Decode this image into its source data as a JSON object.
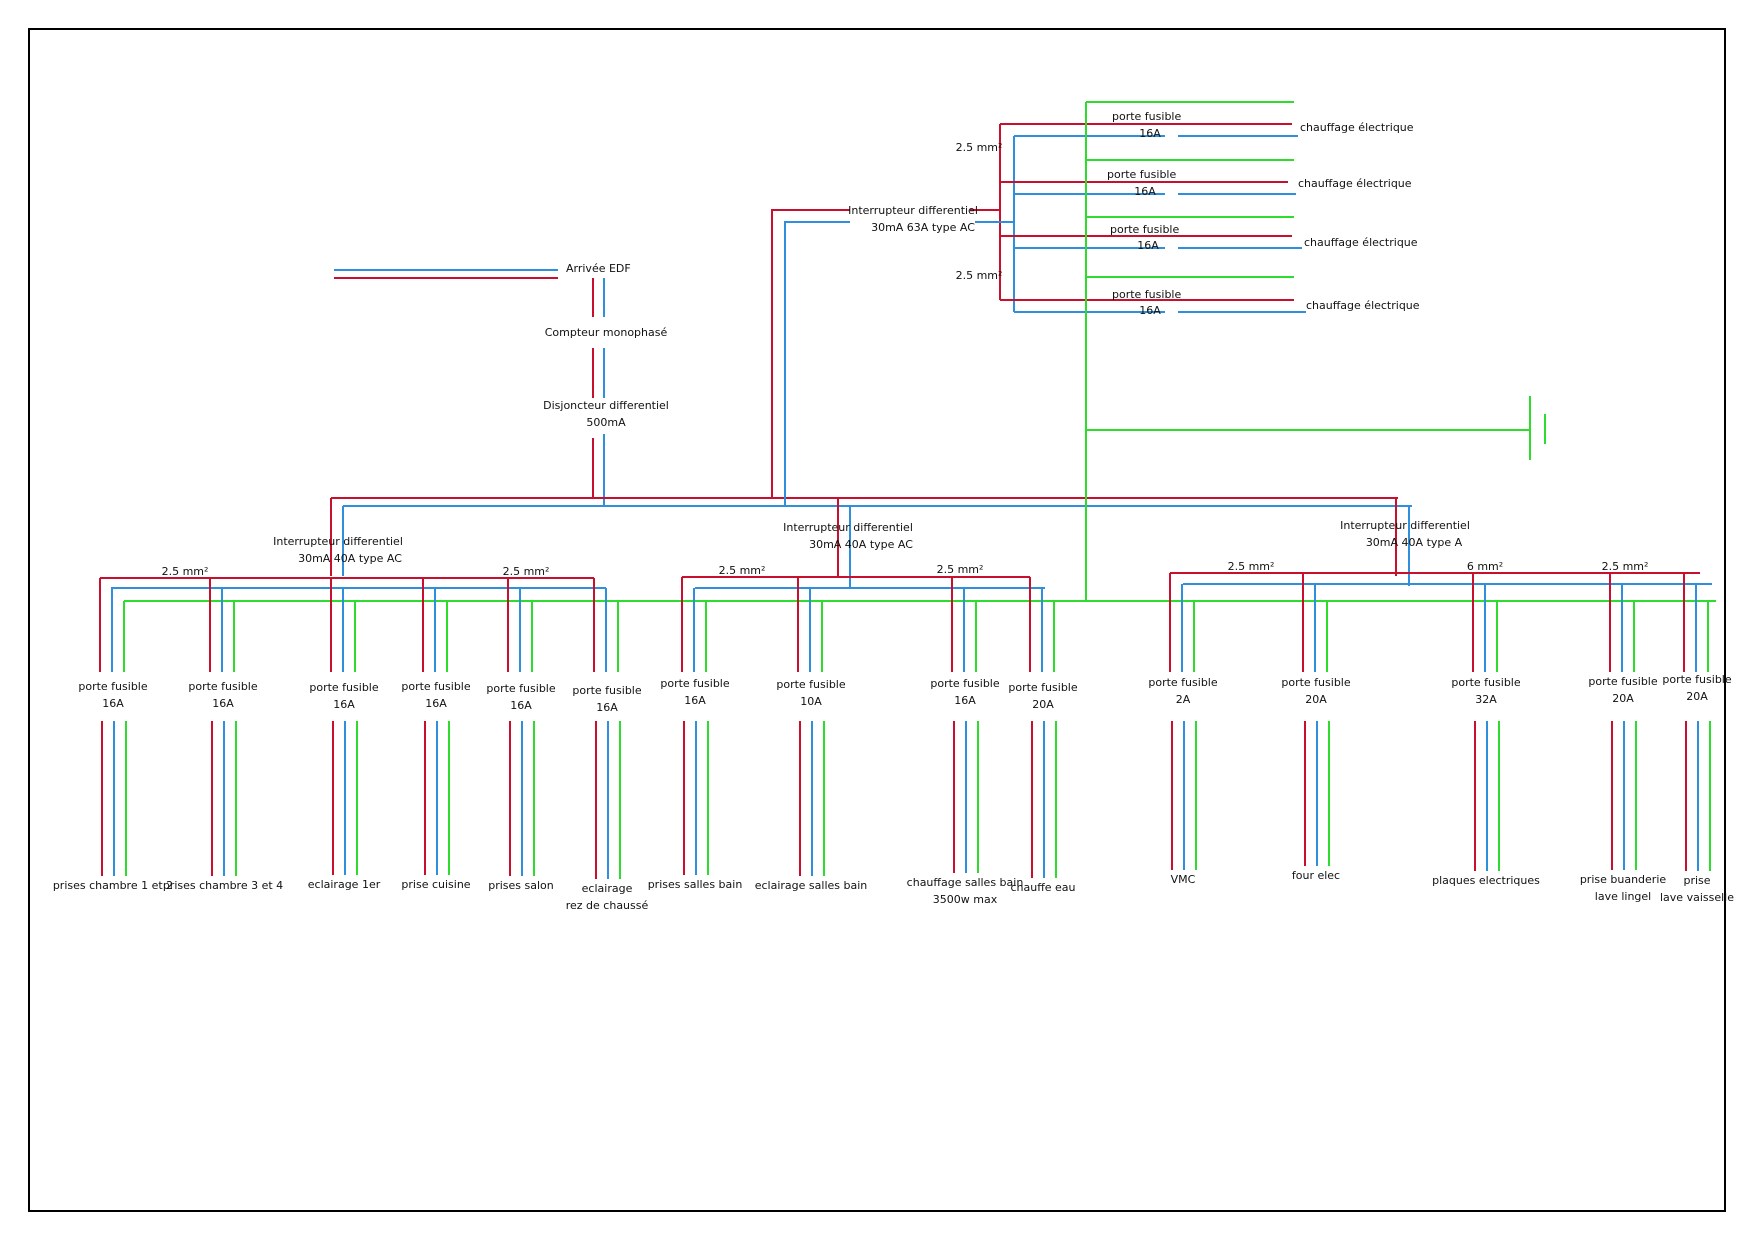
{
  "colors": {
    "phase": "#c8102e",
    "neutral": "#2f8fdc",
    "earth": "#2ddc2d",
    "frame": "#000000"
  },
  "supply": {
    "arrivee": "Arrivée EDF",
    "compteur": "Compteur monophasé",
    "disjoncteur_l1": "Disjoncteur differentiel",
    "disjoncteur_l2": "500mA"
  },
  "id63": {
    "l1": "Interrupteur differentiel",
    "l2": "30mA 63A type AC"
  },
  "heating": {
    "sec1": "2.5 mm²",
    "sec2": "2.5 mm²",
    "rows": [
      {
        "fuse": "porte fusible",
        "amp": "16A",
        "load": "chauffage électrique"
      },
      {
        "fuse": "porte fusible",
        "amp": "16A",
        "load": "chauffage électrique"
      },
      {
        "fuse": "porte fusible",
        "amp": "16A",
        "load": "chauffage électrique"
      },
      {
        "fuse": "porte fusible",
        "amp": "16A",
        "load": "chauffage électrique"
      }
    ]
  },
  "groups": [
    {
      "l1": "Interrupteur differentiel",
      "l2": "30mA 40A type AC",
      "sec_left": "2.5 mm²",
      "sec_right": "2.5 mm²"
    },
    {
      "l1": "Interrupteur differentiel",
      "l2": "30mA 40A type AC",
      "sec_left": "2.5 mm²",
      "sec_right": "2.5 mm²"
    },
    {
      "l1": "Interrupteur differentiel",
      "l2": "30mA 40A type A",
      "sec_left": "2.5 mm²",
      "sec_mid": "6 mm²",
      "sec_right": "2.5 mm²"
    }
  ],
  "circuits": [
    {
      "fuse": "porte fusible",
      "amp": "16A",
      "load": "prises chambre 1 et 2",
      "load2": ""
    },
    {
      "fuse": "porte fusible",
      "amp": "16A",
      "load": "prises chambre 3 et 4",
      "load2": ""
    },
    {
      "fuse": "porte fusible",
      "amp": "16A",
      "load": "eclairage 1er",
      "load2": ""
    },
    {
      "fuse": "porte fusible",
      "amp": "16A",
      "load": "prise cuisine",
      "load2": ""
    },
    {
      "fuse": "porte fusible",
      "amp": "16A",
      "load": "prises salon",
      "load2": ""
    },
    {
      "fuse": "porte fusible",
      "amp": "16A",
      "load": "eclairage",
      "load2": "rez de chaussé"
    },
    {
      "fuse": "porte fusible",
      "amp": "16A",
      "load": "prises salles bain",
      "load2": ""
    },
    {
      "fuse": "porte fusible",
      "amp": "10A",
      "load": "eclairage salles bain",
      "load2": ""
    },
    {
      "fuse": "porte fusible",
      "amp": "16A",
      "load": "chauffage salles bain",
      "load2": "3500w max"
    },
    {
      "fuse": "porte fusible",
      "amp": "20A",
      "load": "chauffe eau",
      "load2": ""
    },
    {
      "fuse": "porte fusible",
      "amp": "2A",
      "load": "VMC",
      "load2": ""
    },
    {
      "fuse": "porte fusible",
      "amp": "20A",
      "load": "four elec",
      "load2": ""
    },
    {
      "fuse": "porte fusible",
      "amp": "32A",
      "load": "plaques electriques",
      "load2": ""
    },
    {
      "fuse": "porte fusible",
      "amp": "20A",
      "load": "prise buanderie",
      "load2": "lave lingel"
    },
    {
      "fuse": "porte fusible",
      "amp": "20A",
      "load": "prise",
      "load2": "lave vaisselle"
    }
  ]
}
